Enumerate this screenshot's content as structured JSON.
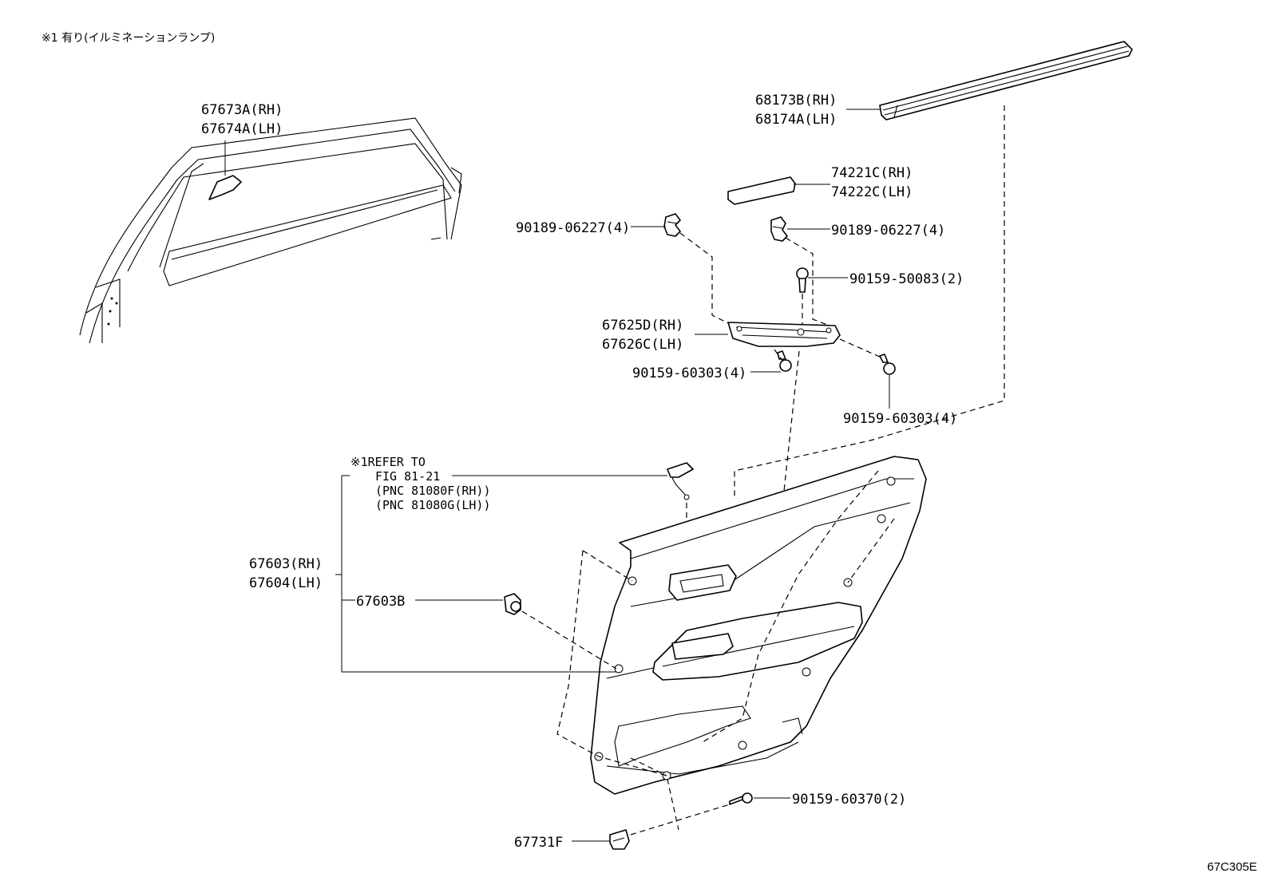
{
  "note": "※1 有り(イルミネーションランプ)",
  "diagram_code": "67C305E",
  "labels": {
    "p67673A": "67673A(RH)",
    "p67674A": "67674A(LH)",
    "p68173B": "68173B(RH)",
    "p68174A": "68174A(LH)",
    "p74221C": "74221C(RH)",
    "p74222C": "74222C(LH)",
    "clip_left": "90189-06227(4)",
    "clip_right": "90189-06227(4)",
    "screw_50083": "90159-50083(2)",
    "p67625D": "67625D(RH)",
    "p67626C": "67626C(LH)",
    "screw_60303_a": "90159-60303(4)",
    "screw_60303_b": "90159-60303(4)",
    "ref_1": "※1REFER TO",
    "ref_2": "FIG 81-21",
    "ref_3": "(PNC 81080F(RH))",
    "ref_4": "(PNC 81080G(LH))",
    "p67603": "67603(RH)",
    "p67604": "67604(LH)",
    "p67603B": "67603B",
    "screw_60370": "90159-60370(2)",
    "p67731F": "67731F"
  }
}
